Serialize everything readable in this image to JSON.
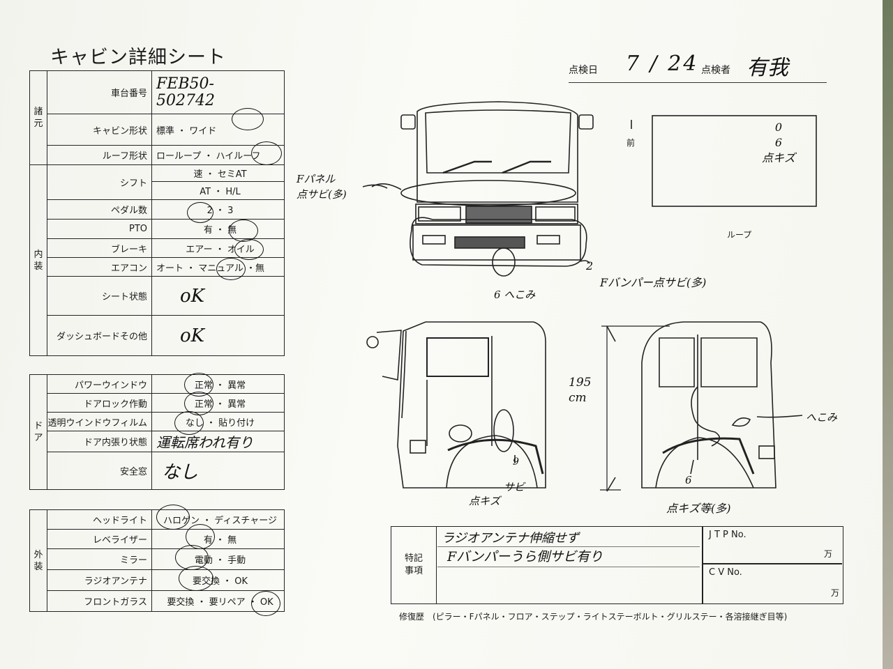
{
  "title": "キャビン詳細シート",
  "inspection": {
    "date_label": "点検日",
    "date_value": "7 / 24",
    "inspector_label": "点検者",
    "inspector_value": "有我"
  },
  "spec_section": {
    "heading": "諸元",
    "rows": [
      {
        "label": "車台番号",
        "value": "FEB50-\n502742"
      },
      {
        "label": "キャビン形状",
        "value": "標準 ・ ワイド"
      },
      {
        "label": "ルーフ形状",
        "value": "ローループ ・ ハイルーフ"
      }
    ]
  },
  "interior_section": {
    "heading": "内装",
    "rows": [
      {
        "label": "シフト",
        "value": "速 ・ セミAT",
        "value2": "AT ・ H/L"
      },
      {
        "label": "ペダル数",
        "value": "2 ・ 3"
      },
      {
        "label": "PTO",
        "value": "有 ・ 無"
      },
      {
        "label": "ブレーキ",
        "value": "エアー ・ オイル"
      },
      {
        "label": "エアコン",
        "value": "オート ・ マニュアル ・無"
      },
      {
        "label": "シート状態",
        "value": "oK"
      },
      {
        "label": "ダッシュボードその他",
        "value": "oK"
      }
    ]
  },
  "door_section": {
    "heading": "ドア",
    "rows": [
      {
        "label": "パワーウインドウ",
        "value": "正常 ・ 異常"
      },
      {
        "label": "ドアロック作動",
        "value": "正常 ・ 異常"
      },
      {
        "label": "透明ウインドウフィルム",
        "value": "なし ・ 貼り付け"
      },
      {
        "label": "ドア内張り状態",
        "value": "運転席われ有り"
      },
      {
        "label": "安全窓",
        "value": "なし"
      }
    ]
  },
  "exterior_section": {
    "heading": "外装",
    "rows": [
      {
        "label": "ヘッドライト",
        "value": "ハロゲン ・ ディスチャージ"
      },
      {
        "label": "レベライザー",
        "value": "有 ・ 無"
      },
      {
        "label": "ミラー",
        "value": "電動 ・ 手動"
      },
      {
        "label": "ラジオアンテナ",
        "value": "要交換 ・ OK"
      },
      {
        "label": "フロントガラス",
        "value": "要交換 ・ 要リペア ・ OK"
      }
    ]
  },
  "diagram_notes": {
    "f_panel": "Fパネル\n点サビ(多)",
    "front_num1": "6 へこみ",
    "front_num2": "2",
    "f_bumper": "Fバンパー点サビ(多)",
    "roof_label": "ループ",
    "roof_note": "0\n6\n点キズ",
    "front_arrow": "前",
    "height": "195\ncm",
    "side_scratch": "点キズ",
    "side_rust": "サビ",
    "side_9": "9",
    "rear_dent": "へこみ",
    "rear_note": "点キズ等(多)",
    "rear_6": "6"
  },
  "remarks": {
    "label": "特記\n事項",
    "line1": "ラジオアンテナ伸縮せず",
    "line2": "Fバンパーうら側サビ有り",
    "jtp": "J T P No.",
    "jtp_unit": "万",
    "cv": "C V No.",
    "cv_unit": "万"
  },
  "repair_history": "修復歴　(ピラー・Fパネル・フロア・ステップ・ライトステーボルト・グリルステー・各溶接継ぎ目等)"
}
